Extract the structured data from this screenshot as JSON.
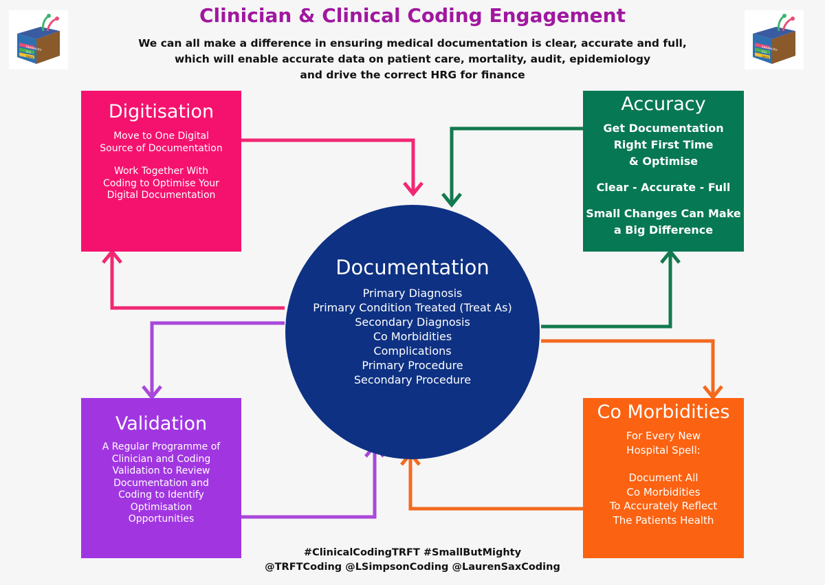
{
  "header": {
    "title": "Clinician & Clinical Coding Engagement",
    "subtitle_lines": [
      "We can all make a difference in ensuring medical documentation is clear, accurate and full,",
      "which will enable accurate data on patient care, mortality, audit, epidemiology",
      "and drive the correct HRG for finance"
    ]
  },
  "boxes": {
    "digitisation": {
      "title": "Digitisation",
      "paragraphs": [
        [
          "Move to One Digital",
          "Source of Documentation"
        ],
        [
          "Work Together With",
          "Coding to Optimise Your",
          "Digital  Documentation"
        ]
      ],
      "color": "#f5126e"
    },
    "accuracy": {
      "title": "Accuracy",
      "paragraphs": [
        [
          "Get Documentation",
          "Right First Time",
          "& Optimise"
        ],
        [
          "Clear - Accurate - Full"
        ],
        [
          "Small Changes Can Make",
          "a Big Difference"
        ]
      ],
      "color": "#067853"
    },
    "validation": {
      "title": "Validation",
      "paragraphs": [
        [
          "A Regular Programme of",
          "Clinician and Coding",
          "Validation to Review",
          "Documentation and",
          "Coding to Identify",
          "Optimisation",
          "Opportunities"
        ]
      ],
      "color": "#a136e1"
    },
    "comorbidities": {
      "title": "Co Morbidities",
      "paragraphs": [
        [
          "For Every New",
          "Hospital Spell:"
        ],
        [
          "Document All",
          "Co Morbidities",
          "To Accurately Reflect",
          "The Patients Health"
        ]
      ],
      "color": "#fb6211"
    }
  },
  "center": {
    "title": "Documentation",
    "items": [
      "Primary Diagnosis",
      "Primary Condition Treated (Treat As)",
      "Secondary Diagnosis",
      "Co Morbidities",
      "Complications",
      "Primary Procedure",
      "Secondary Procedure"
    ],
    "color": "#0e3183"
  },
  "footer": {
    "hashtags": "#ClinicalCodingTRFT #SmallButMighty",
    "handles": "@TRFTCoding @LSimpsonCoding @LaurenSaxCoding"
  },
  "logo": {
    "icon": "stacked-coding-books-logo",
    "label_lines": [
      "ENHANCED",
      "ICD",
      "OPCS"
    ]
  },
  "colors": {
    "title": "#a0179f",
    "background": "#f6f6f6",
    "arrow_pink": "#f02873",
    "arrow_green": "#13794f",
    "arrow_purple": "#a848d9",
    "arrow_orange": "#f36a1f"
  }
}
